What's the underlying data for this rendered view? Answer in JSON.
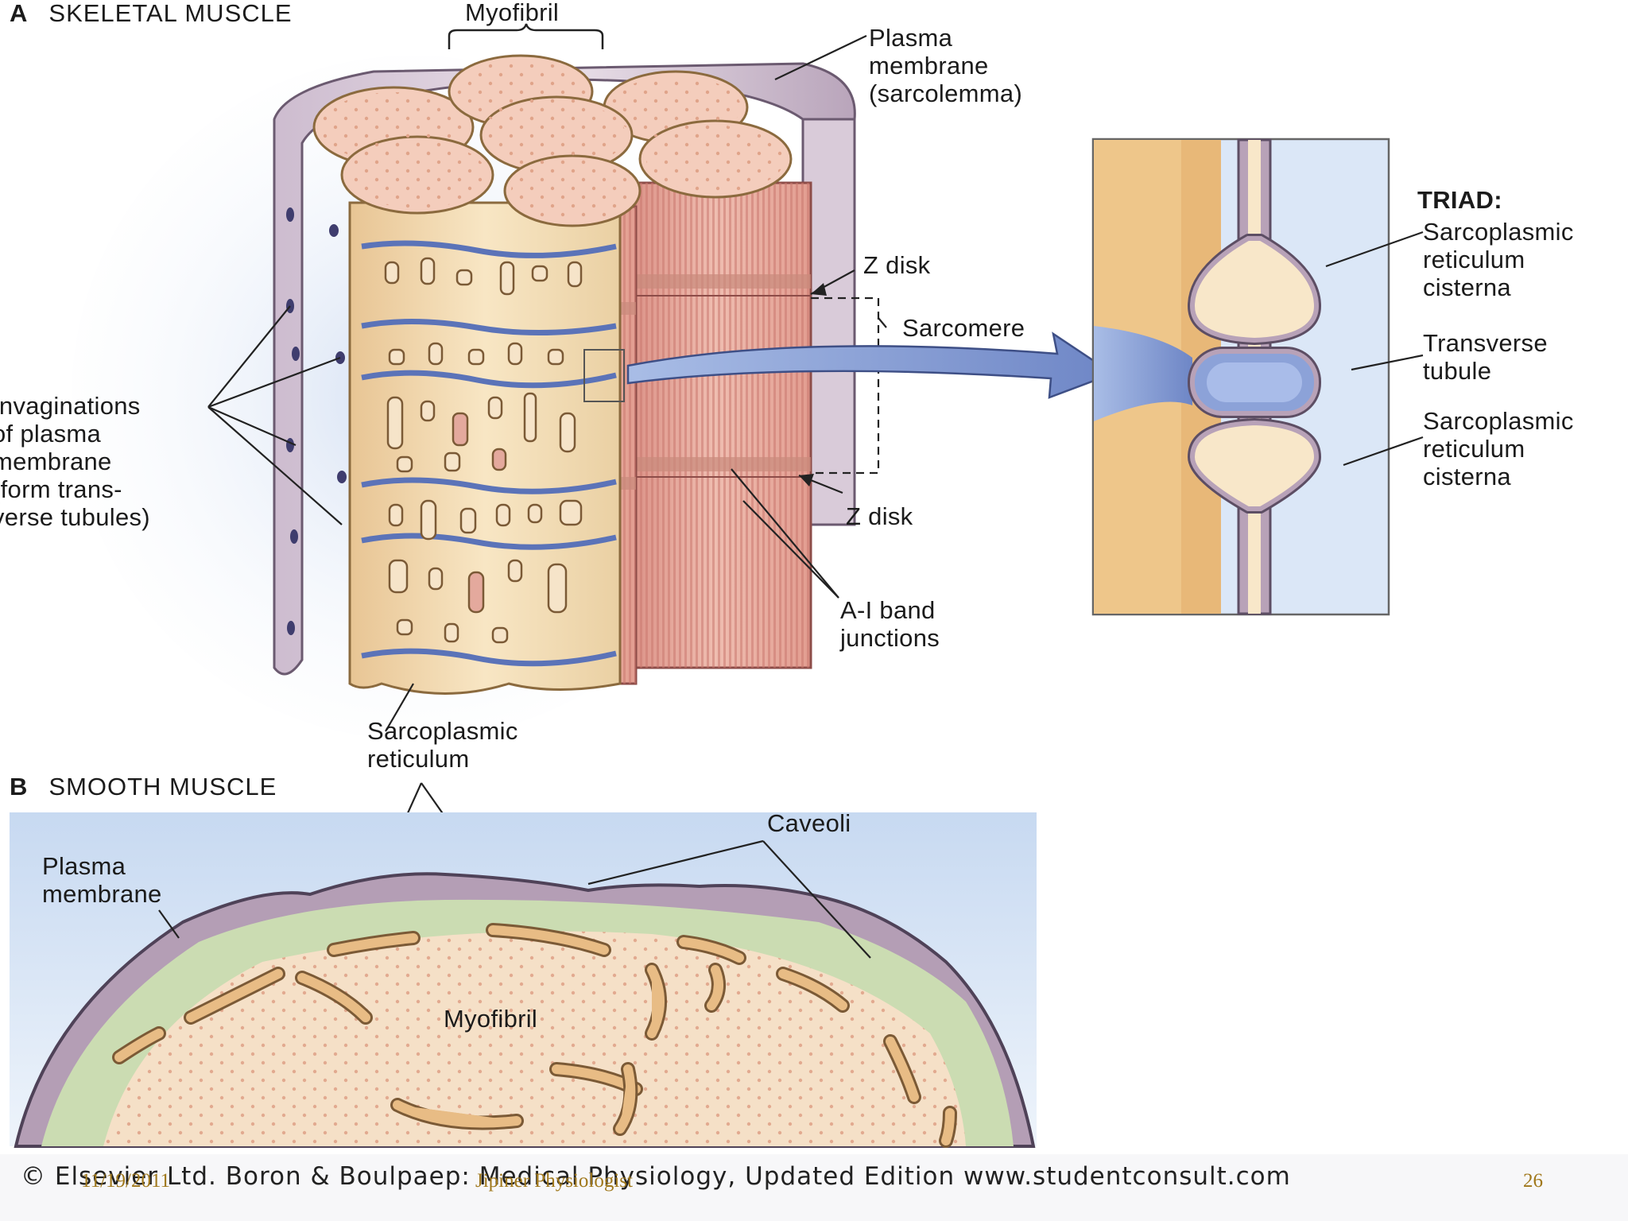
{
  "section_a": {
    "letter": "A",
    "title": "SKELETAL MUSCLE"
  },
  "section_b": {
    "letter": "B",
    "title": "SMOOTH MUSCLE"
  },
  "labels": {
    "myofibril_top": "Myofibril",
    "plasma_membrane_sarcolemma": "Plasma\nmembrane\n(sarcolemma)",
    "triad_title": "TRIAD:",
    "sr_cisterna_top": "Sarcoplasmic\nreticulum\ncisterna",
    "transverse_tubule": "Transverse\ntubule",
    "sr_cisterna_bottom": "Sarcoplasmic\nreticulum\ncisterna",
    "z_disk_top": "Z disk",
    "sarcomere": "Sarcomere",
    "z_disk_bottom": "Z disk",
    "invaginations": "Invaginations\nof plasma\nmembrane\n(form trans-\nverse tubules)",
    "ai_band": "A-I band\njunctions",
    "sarcoplasmic_reticulum": "Sarcoplasmic\nreticulum",
    "caveoli": "Caveoli",
    "plasma_membrane_b": "Plasma\nmembrane",
    "myofibril_b": "Myofibril"
  },
  "footer": {
    "credit": "© Elsevier Ltd. Boron & Boulpaep: Medical Physiology, Updated Edition     www.studentconsult.com",
    "date": "11/19/2011",
    "author": "Jipiner Physiologist",
    "page_number": "26"
  },
  "colors": {
    "fiber_tan": "#f3dcb0",
    "fiber_pink": "#e8a79a",
    "membrane_lilac": "#b7a3ba",
    "t_tubule_blue": "#6f86c4",
    "background_blue": "#dfe9f7",
    "smooth_green": "#c9dcb3",
    "sr_orange": "#e6b77e"
  }
}
